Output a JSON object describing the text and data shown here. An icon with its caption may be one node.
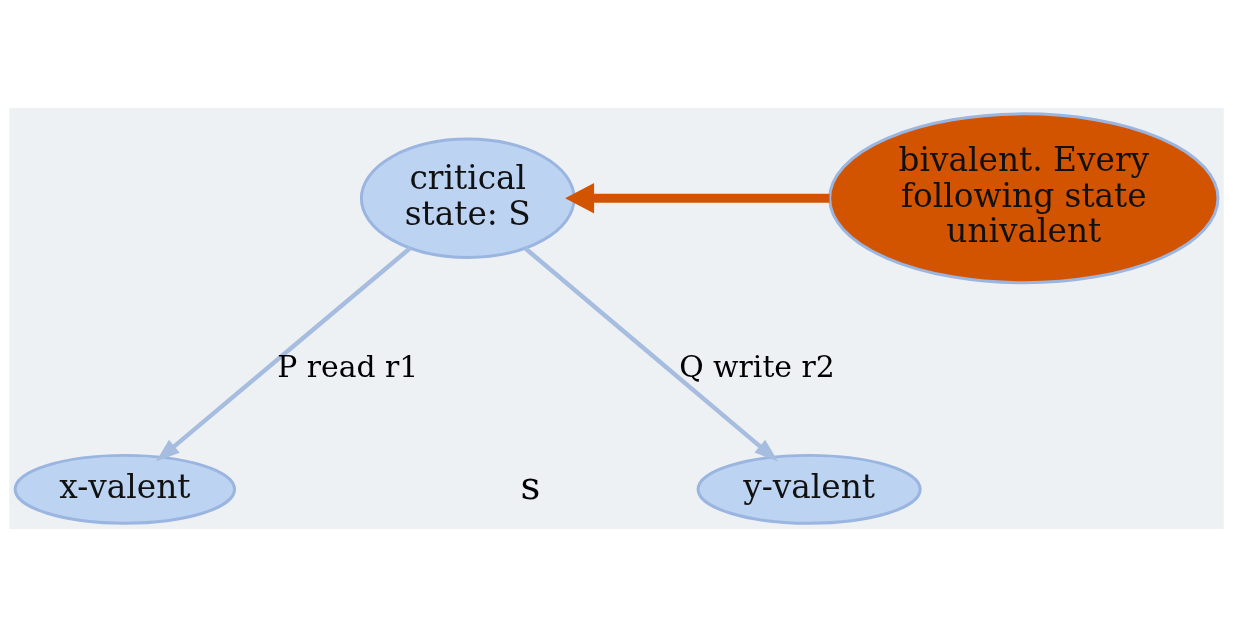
{
  "diagram": {
    "nodes": [
      {
        "text": [
          "critical state: S"
        ]
      },
      {
        "text": [
          "bivalent. Every following state univalent"
        ]
      },
      {
        "text": [
          "x-valent"
        ]
      },
      {
        "text": [
          "y-valent"
        ]
      }
    ],
    "edges": [
      {
        "from": 0,
        "to": 2,
        "arrow": "to",
        "label": "P read r1"
      },
      {
        "from": 0,
        "to": 3,
        "arrow": "to",
        "label": "Q write r2"
      },
      {
        "from": 1,
        "to": 0,
        "arrow": "to",
        "style": "thick",
        "color": "#d35400"
      }
    ],
    "labels": [
      "s"
    ]
  }
}
